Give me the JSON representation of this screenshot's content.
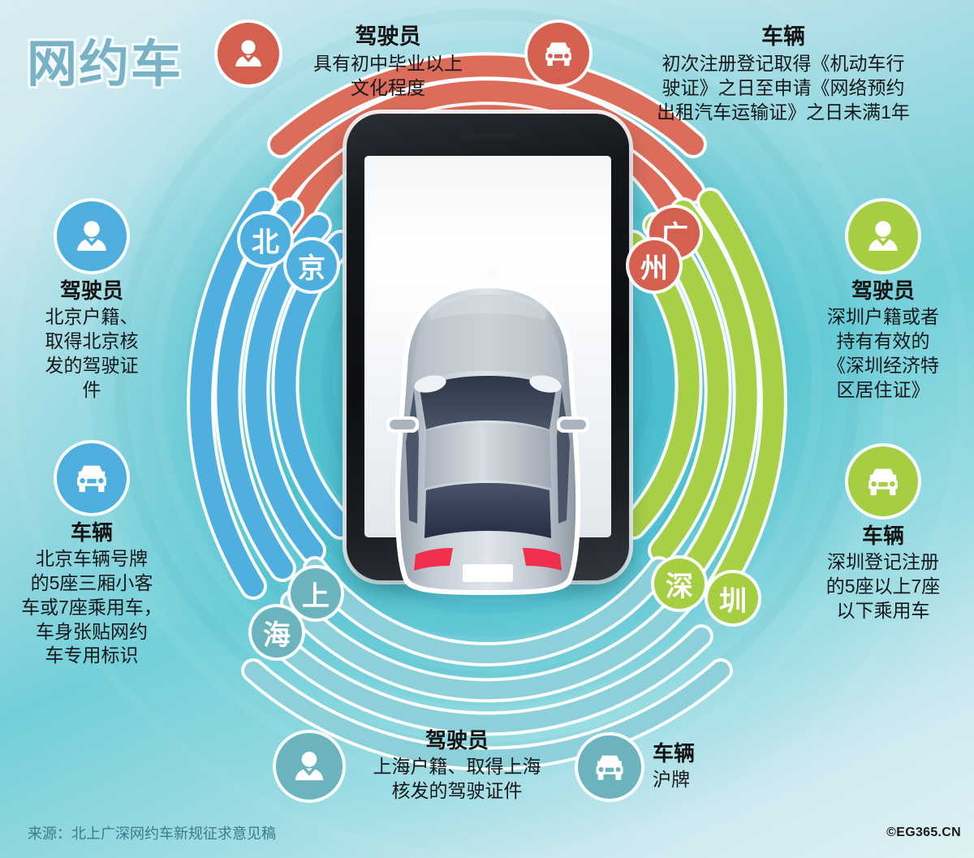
{
  "title": "网约车",
  "source": "来源：北上广深网约车新规征求意见稿",
  "copyright": "©EG365.CN",
  "colors": {
    "red": "#d4604f",
    "blue": "#4eaede",
    "green": "#a5ce43",
    "teal": "#6bb3bd",
    "title": "#79b2c4",
    "text": "#141414",
    "source_text": "#3f7b85",
    "background_top": "#d9ecf2",
    "background_center": "#4ec2d2"
  },
  "cities": [
    {
      "name": "beijing",
      "chars": [
        "北",
        "京"
      ],
      "color": "#4eaede"
    },
    {
      "name": "guangzhou",
      "chars": [
        "广",
        "州"
      ],
      "color": "#d4604f"
    },
    {
      "name": "shenzhen",
      "chars": [
        "深",
        "圳"
      ],
      "color": "#a5ce43"
    },
    {
      "name": "shanghai",
      "chars": [
        "上",
        "海"
      ],
      "color": "#6bb3bd"
    }
  ],
  "blocks": [
    {
      "id": "guangzhou-driver",
      "city": "广州",
      "icon": "person-icon",
      "color": "#d4604f",
      "title": "驾驶员",
      "body": "具有初中毕业以上\n文化程度"
    },
    {
      "id": "guangzhou-vehicle",
      "city": "广州",
      "icon": "car-icon",
      "color": "#d4604f",
      "title": "车辆",
      "body": "初次注册登记取得《机动车行\n驶证》之日至申请《网络预约\n出租汽车运输证》之日未满1年"
    },
    {
      "id": "beijing-driver",
      "city": "北京",
      "icon": "person-icon",
      "color": "#4eaede",
      "title": "驾驶员",
      "body": "北京户籍、\n取得北京核\n发的驾驶证\n件"
    },
    {
      "id": "beijing-vehicle",
      "city": "北京",
      "icon": "car-icon",
      "color": "#4eaede",
      "title": "车辆",
      "body": "北京车辆号牌\n的5座三厢小客\n车或7座乘用车，\n车身张贴网约\n车专用标识"
    },
    {
      "id": "shenzhen-driver",
      "city": "深圳",
      "icon": "person-icon",
      "color": "#a5ce43",
      "title": "驾驶员",
      "body": "深圳户籍或者\n持有有效的\n《深圳经济特\n区居住证》"
    },
    {
      "id": "shenzhen-vehicle",
      "city": "深圳",
      "icon": "car-icon",
      "color": "#a5ce43",
      "title": "车辆",
      "body": "深圳登记注册\n的5座以上7座\n以下乘用车"
    },
    {
      "id": "shanghai-driver",
      "city": "上海",
      "icon": "person-icon",
      "color": "#6bb3bd",
      "title": "驾驶员",
      "body": "上海户籍、取得上海\n核发的驾驶证件"
    },
    {
      "id": "shanghai-vehicle",
      "city": "上海",
      "icon": "car-icon",
      "color": "#6bb3bd",
      "title": "车辆",
      "body": "沪牌"
    }
  ],
  "center": {
    "device": "smartphone",
    "content": "car-top-view"
  }
}
